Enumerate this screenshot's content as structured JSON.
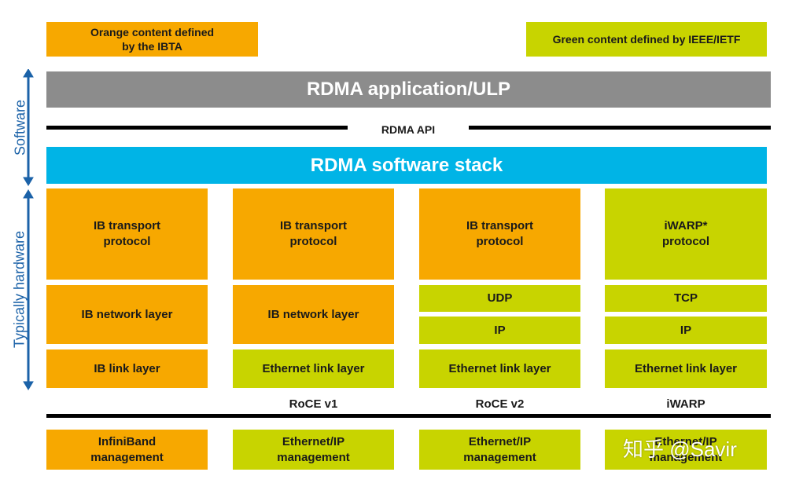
{
  "legend": {
    "orange": "Orange content defined\nby the IBTA",
    "green": "Green content defined by IEEE/IETF"
  },
  "side_labels": {
    "software": "Software",
    "hardware": "Typically hardware"
  },
  "application": "RDMA application/ULP",
  "api": "RDMA API",
  "stack": "RDMA software stack",
  "columns": [
    {
      "transport": "IB transport\nprotocol",
      "network": "IB network layer",
      "link": "IB link layer",
      "footer": "",
      "management": "InfiniBand\nmanagement"
    },
    {
      "transport": "IB transport\nprotocol",
      "network": "IB network layer",
      "link": "Ethernet link layer",
      "footer": "RoCE v1",
      "management": "Ethernet/IP\nmanagement"
    },
    {
      "transport": "IB transport\nprotocol",
      "udp": "UDP",
      "ip": "IP",
      "link": "Ethernet link layer",
      "footer": "RoCE v2",
      "management": "Ethernet/IP\nmanagement"
    },
    {
      "transport": "iWARP*\nprotocol",
      "tcp": "TCP",
      "ip": "IP",
      "link": "Ethernet link layer",
      "footer": "iWARP",
      "management": "Ethernet/IP\nmanagement"
    }
  ],
  "watermark": "知乎 @Savir",
  "colors": {
    "orange": "#f7a800",
    "green": "#c8d400",
    "gray": "#8c8c8c",
    "blue": "#00b4e6",
    "arrow": "#1b62a8"
  }
}
